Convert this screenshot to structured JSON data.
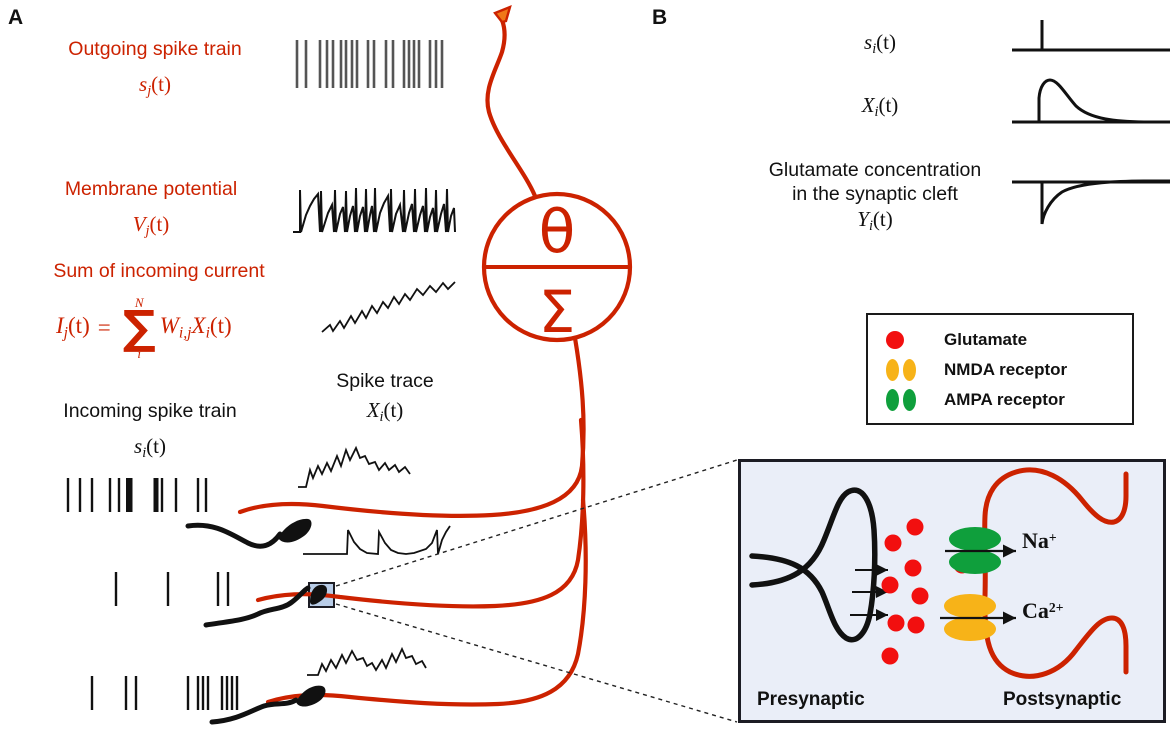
{
  "figure": {
    "panel_a_letter": "A",
    "panel_b_letter": "B"
  },
  "panel_a": {
    "labels": [
      {
        "id": "outgoing",
        "text": "Outgoing spike train",
        "math": "s_j(t)",
        "color": "#cc2200"
      },
      {
        "id": "membrane",
        "text": "Membrane potential",
        "math": "V_j(t)",
        "color": "#cc2200"
      },
      {
        "id": "sum_current",
        "text": "Sum of incoming current",
        "color": "#cc2200"
      },
      {
        "id": "incoming",
        "text": "Incoming spike train",
        "math": "s_i(t)",
        "color": "#111111"
      },
      {
        "id": "spike_trace",
        "text": "Spike trace",
        "math": "X_i(t)",
        "color": "#111111"
      }
    ],
    "outgoing_label": "Outgoing spike train",
    "outgoing_math_base": "s",
    "outgoing_math_sub": "j",
    "outgoing_math_arg": "(t)",
    "membrane_label": "Membrane potential",
    "membrane_math_base": "V",
    "membrane_math_sub": "j",
    "membrane_math_arg": "(t)",
    "sum_label": "Sum of incoming current",
    "equation": {
      "lhs_base": "I",
      "lhs_sub": "j",
      "lhs_arg": "(t)",
      "equals": "=",
      "sum_upper": "N",
      "sum_symbol": "∑",
      "sum_lower": "i",
      "term_w": "W",
      "term_w_sub": "i,j",
      "term_x": "X",
      "term_x_sub": "i",
      "term_x_arg": "(t)",
      "full_text": "I_j(t) = sum_{i}^{N} W_{i,j} X_i(t)"
    },
    "incoming_label": "Incoming spike train",
    "incoming_math_base": "s",
    "incoming_math_sub": "i",
    "incoming_math_arg": "(t)",
    "spike_trace_label": "Spike trace",
    "spike_trace_math_base": "X",
    "spike_trace_math_sub": "i",
    "spike_trace_math_arg": "(t)",
    "soma": {
      "theta_symbol": "θ",
      "sigma_symbol": "Σ"
    }
  },
  "panel_b": {
    "rows": [
      {
        "id": "si",
        "label_base": "s",
        "label_sub": "i",
        "label_arg": "(t)",
        "trace": "single-spike",
        "text_lines": []
      },
      {
        "id": "xi",
        "label_base": "X",
        "label_sub": "i",
        "label_arg": "(t)",
        "trace": "exponential-decay-positive",
        "text_lines": []
      },
      {
        "id": "yi",
        "label_base": "Y",
        "label_sub": "i",
        "label_arg": "(t)",
        "trace": "exponential-decay-negative",
        "text_lines": [
          "Glutamate concentration",
          "in the synaptic cleft"
        ]
      }
    ],
    "glutamate_line1": "Glutamate concentration",
    "glutamate_line2": "in the synaptic cleft"
  },
  "legend": {
    "items": [
      {
        "label": "Glutamate",
        "symbol": "circle",
        "color": "#f20f0f",
        "count": 1
      },
      {
        "label": "NMDA receptor",
        "symbol": "oval-pair",
        "color": "#f7b318",
        "count": 2
      },
      {
        "label": "AMPA receptor",
        "symbol": "oval-pair",
        "color": "#0f9f3c",
        "count": 2
      }
    ]
  },
  "inset": {
    "presynaptic_label": "Presynaptic",
    "postsynaptic_label": "Postsynaptic",
    "ion_na_base": "Na",
    "ion_na_sup": "+",
    "ion_ca_base": "Ca",
    "ion_ca_sup": "2+",
    "background_color": "#eaeef8",
    "border_color": "#1c1c24",
    "glutamate_color": "#f20f0f",
    "ampa_color": "#0f9f3c",
    "nmda_color": "#f7b318",
    "membrane_color": "#cc2200",
    "terminal_color": "#111111",
    "glutamate_dot_count": 10
  },
  "colors": {
    "red_accent": "#cc2200",
    "black": "#111111",
    "inset_bg": "#eaeef8",
    "zoombox_fill": "#b9cde8",
    "terminal_orange": "#f07818"
  }
}
